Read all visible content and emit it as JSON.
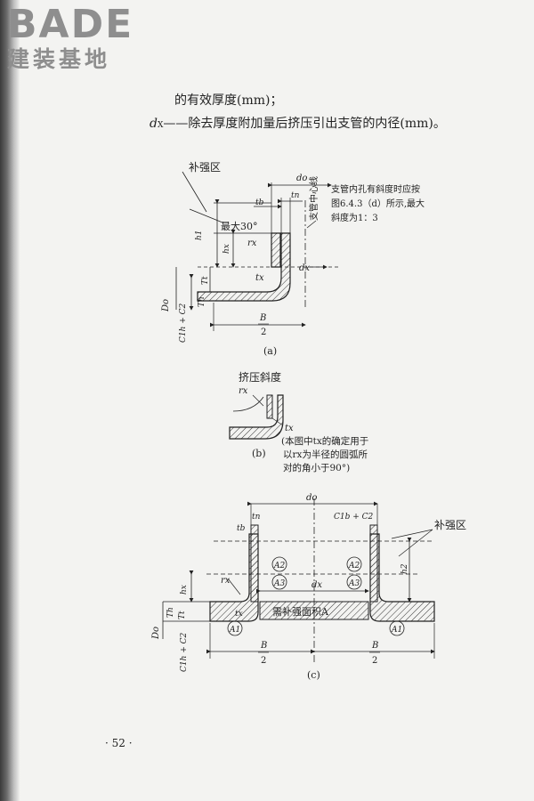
{
  "watermark": {
    "brand": "BADE",
    "subtitle": "建装基地"
  },
  "text": {
    "line1": "的有效厚度(mm)；",
    "line2_sym": "d",
    "line2_sub": "X",
    "line2_rest": "——除去厚度附加量后挤压引出支管的内径(mm)。"
  },
  "fig_a": {
    "label_zone": "补强区",
    "d_o": "do",
    "t_b": "tb",
    "t_n": "tn",
    "max30": "最大30°",
    "note1": "支管内孔有斜度时应按",
    "note2": "图6.4.3（d）所示,最大",
    "note3": "斜度为1：3",
    "centerline": "支管中心线",
    "h1": "h1",
    "hx": "hx",
    "rx": "rx",
    "Tt": "Tt",
    "tx": "tx",
    "dx": "dx",
    "Th": "Th",
    "Do": "Do",
    "C": "C1h + C2",
    "B": "B",
    "two": "2",
    "caption": "(a)"
  },
  "fig_b": {
    "title": "挤压斜度",
    "rx": "rx",
    "tx": "tx",
    "note1": "(本图中tx的确定用于",
    "note2": "以rx为半径的圆弧所",
    "note3": "对的角小于90°)",
    "caption": "(b)"
  },
  "fig_c": {
    "d_o": "do",
    "t_n": "tn",
    "t_b": "tb",
    "C": "C1b + C2",
    "zone": "补强区",
    "A2": "A2",
    "A3": "A3",
    "A1": "A1",
    "rx": "rx",
    "hx": "hx",
    "dx": "dx",
    "h2": "h2",
    "Th": "Th",
    "Tt": "Tt",
    "tx": "tx",
    "area": "需补强面积A",
    "Do": "Do",
    "C2": "C1h + C2",
    "B": "B",
    "two": "2",
    "caption": "(c)"
  },
  "page_number": "· 52 ·"
}
